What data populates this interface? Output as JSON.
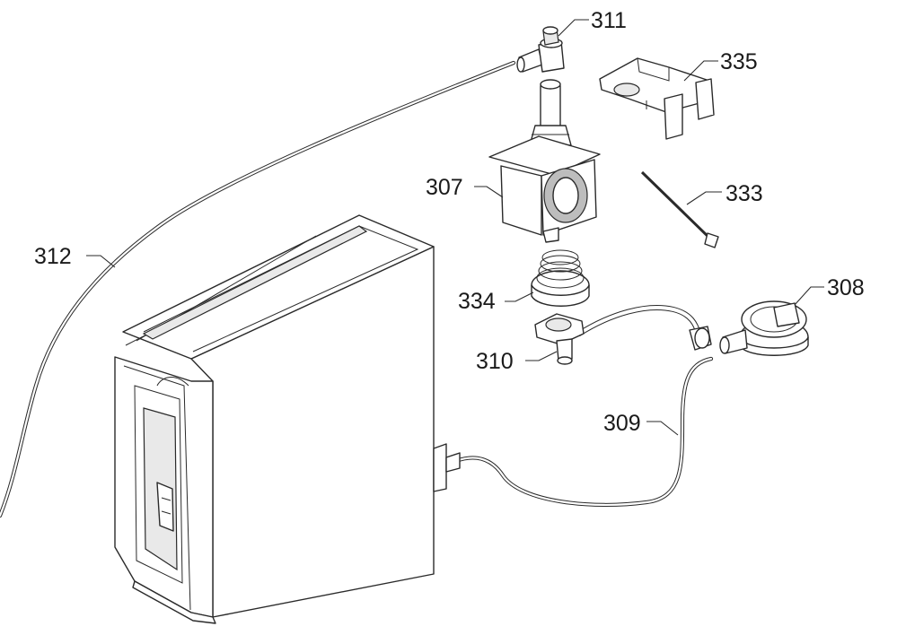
{
  "diagram": {
    "type": "exploded-parts-view",
    "callouts": [
      {
        "id": "311",
        "text": "311"
      },
      {
        "id": "335",
        "text": "335"
      },
      {
        "id": "307",
        "text": "307"
      },
      {
        "id": "333",
        "text": "333"
      },
      {
        "id": "312",
        "text": "312"
      },
      {
        "id": "308",
        "text": "308"
      },
      {
        "id": "334",
        "text": "334"
      },
      {
        "id": "310",
        "text": "310"
      },
      {
        "id": "309",
        "text": "309"
      }
    ]
  }
}
